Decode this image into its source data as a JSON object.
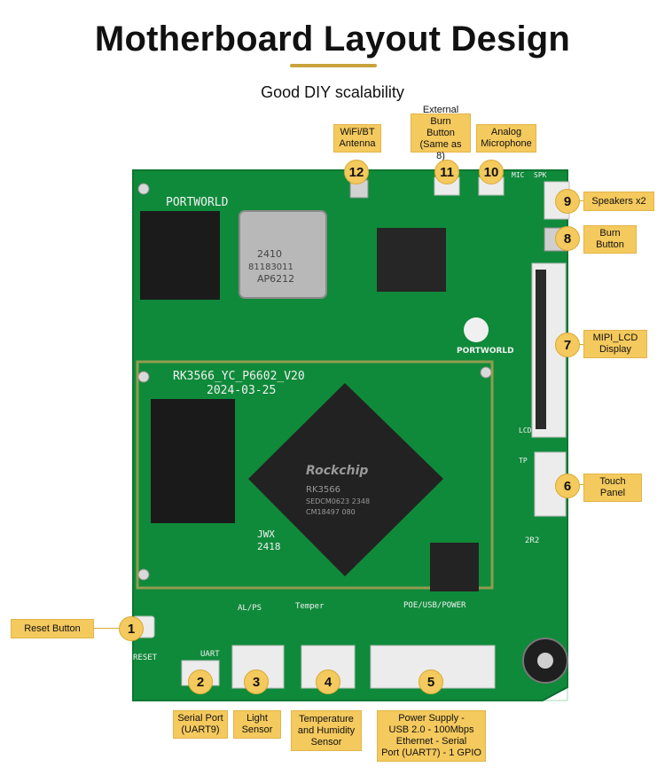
{
  "header": {
    "title": "Motherboard Layout Design",
    "subtitle": "Good DIY scalability"
  },
  "board": {
    "brand": "PORTWORLD",
    "model": "RK3566_YC_P6602_V20",
    "date": "2024-03-25",
    "chip_brand": "Rockchip",
    "chip_model": "RK3566",
    "chip_code": "SEDCM0623 2348",
    "chip_lot": "CM18497 080",
    "wifi_module": "AP6212",
    "wifi_code": "2410",
    "wifi_lot": "81183011",
    "silk_jwx": "JWX",
    "silk_2418": "2418",
    "silk_poe": "POE/USB/POWER",
    "silk_alps": "AL/PS",
    "silk_temper": "Temper",
    "silk_reset": "RESET",
    "silk_uart": "UART",
    "silk_mic": "MIC",
    "silk_spk": "SPK",
    "silk_lcd": "LCD",
    "silk_tp": "TP",
    "silk_2r2": "2R2",
    "colors": {
      "pcb": "#0f8a3a",
      "pcb_dark": "#0a6b2c",
      "label": "#f4c95d",
      "rule": "#c9a33c"
    }
  },
  "callouts": [
    {
      "number": "1",
      "label": "Reset Button"
    },
    {
      "number": "2",
      "label": "Serial Port\n(UART9)"
    },
    {
      "number": "3",
      "label": "Light\nSensor"
    },
    {
      "number": "4",
      "label": "Temperature\nand Humidity\nSensor"
    },
    {
      "number": "5",
      "label": "Power Supply -\nUSB 2.0 - 100Mbps\nEthernet - Serial\nPort (UART7) - 1 GPIO"
    },
    {
      "number": "6",
      "label": "Touch\nPanel"
    },
    {
      "number": "7",
      "label": "MIPI_LCD\nDisplay"
    },
    {
      "number": "8",
      "label": "Burn\nButton"
    },
    {
      "number": "9",
      "label": "Speakers x2"
    },
    {
      "number": "10",
      "label": "Analog\nMicrophone"
    },
    {
      "number": "11",
      "label": "External\nBurn Button\n(Same as 8)"
    },
    {
      "number": "12",
      "label": "WiFi/BT\nAntenna"
    }
  ]
}
